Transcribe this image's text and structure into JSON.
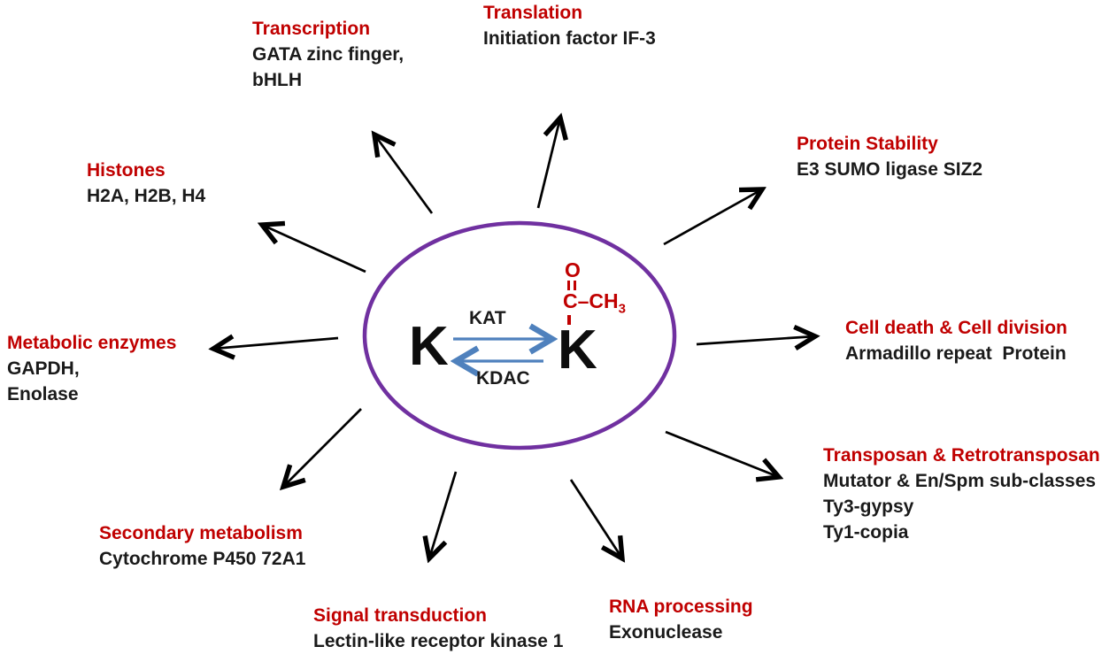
{
  "colors": {
    "heading_red": "#C00000",
    "body_black": "#1a1a1a",
    "ellipse_purple": "#7030A0",
    "reaction_arrow_blue": "#4F81BD",
    "spoke_arrow_black": "#000000"
  },
  "center": {
    "lysine_left": "K",
    "lysine_right": "K",
    "kat_label": "KAT",
    "kdac_label": "KDAC",
    "acetyl": {
      "oxygen": "O",
      "carbon_methyl": "C–CH",
      "methyl_subscript": "3"
    }
  },
  "nodes": {
    "transcription": {
      "title": "Transcription",
      "lines": [
        "GATA zinc finger,",
        "bHLH"
      ]
    },
    "translation": {
      "title": "Translation",
      "lines": [
        "Initiation factor IF-3"
      ]
    },
    "protein_stability": {
      "title": "Protein Stability",
      "lines": [
        "E3 SUMO ligase SIZ2"
      ]
    },
    "cell_death": {
      "title": "Cell death & Cell division",
      "lines": [
        "Armadillo repeat  Protein"
      ]
    },
    "transposan": {
      "title": "Transposan & Retrotransposan",
      "lines": [
        "Mutator & En/Spm sub-classes",
        "Ty3-gypsy",
        "Ty1-copia"
      ]
    },
    "rna_processing": {
      "title": "RNA processing",
      "lines": [
        "Exonuclease"
      ]
    },
    "signal_transduction": {
      "title": "Signal transduction",
      "lines": [
        "Lectin-like receptor kinase 1"
      ]
    },
    "secondary_metabolism": {
      "title": "Secondary metabolism",
      "lines": [
        "Cytochrome P450 72A1"
      ]
    },
    "metabolic_enzymes": {
      "title": "Metabolic enzymes",
      "lines": [
        "GAPDH,",
        "Enolase"
      ]
    },
    "histones": {
      "title": "Histones",
      "lines": [
        "H2A, H2B, H4"
      ]
    }
  }
}
